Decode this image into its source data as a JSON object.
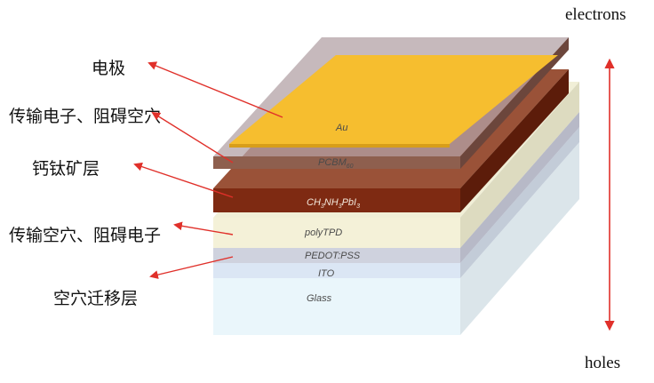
{
  "callouts": [
    {
      "id": "electrode",
      "text": "电极"
    },
    {
      "id": "etl",
      "text": "传输电子、阻碍空穴"
    },
    {
      "id": "perovskite",
      "text": "钙钛矿层"
    },
    {
      "id": "htl",
      "text": "传输空穴、阻碍电子"
    },
    {
      "id": "hole-transfer",
      "text": "空穴迁移层"
    }
  ],
  "layers": {
    "au": "Au",
    "pcbm": "PCBM",
    "pcbm_sub": "60",
    "perovskite_a": "CH",
    "perovskite_s1": "3",
    "perovskite_b": "NH",
    "perovskite_s2": "3",
    "perovskite_c": "PbI",
    "perovskite_s3": "3",
    "polytpd": "polyTPD",
    "pedot": "PEDOT:PSS",
    "ito": "ITO",
    "glass": "Glass"
  },
  "axis": {
    "top": "electrons",
    "bottom": "holes"
  },
  "colors": {
    "arrow": "#e0302a",
    "gold": "#f6be2f",
    "perovskite": "#7e2a12",
    "pcbm": "#8e5f4e",
    "glass": "#eaf6fb"
  }
}
